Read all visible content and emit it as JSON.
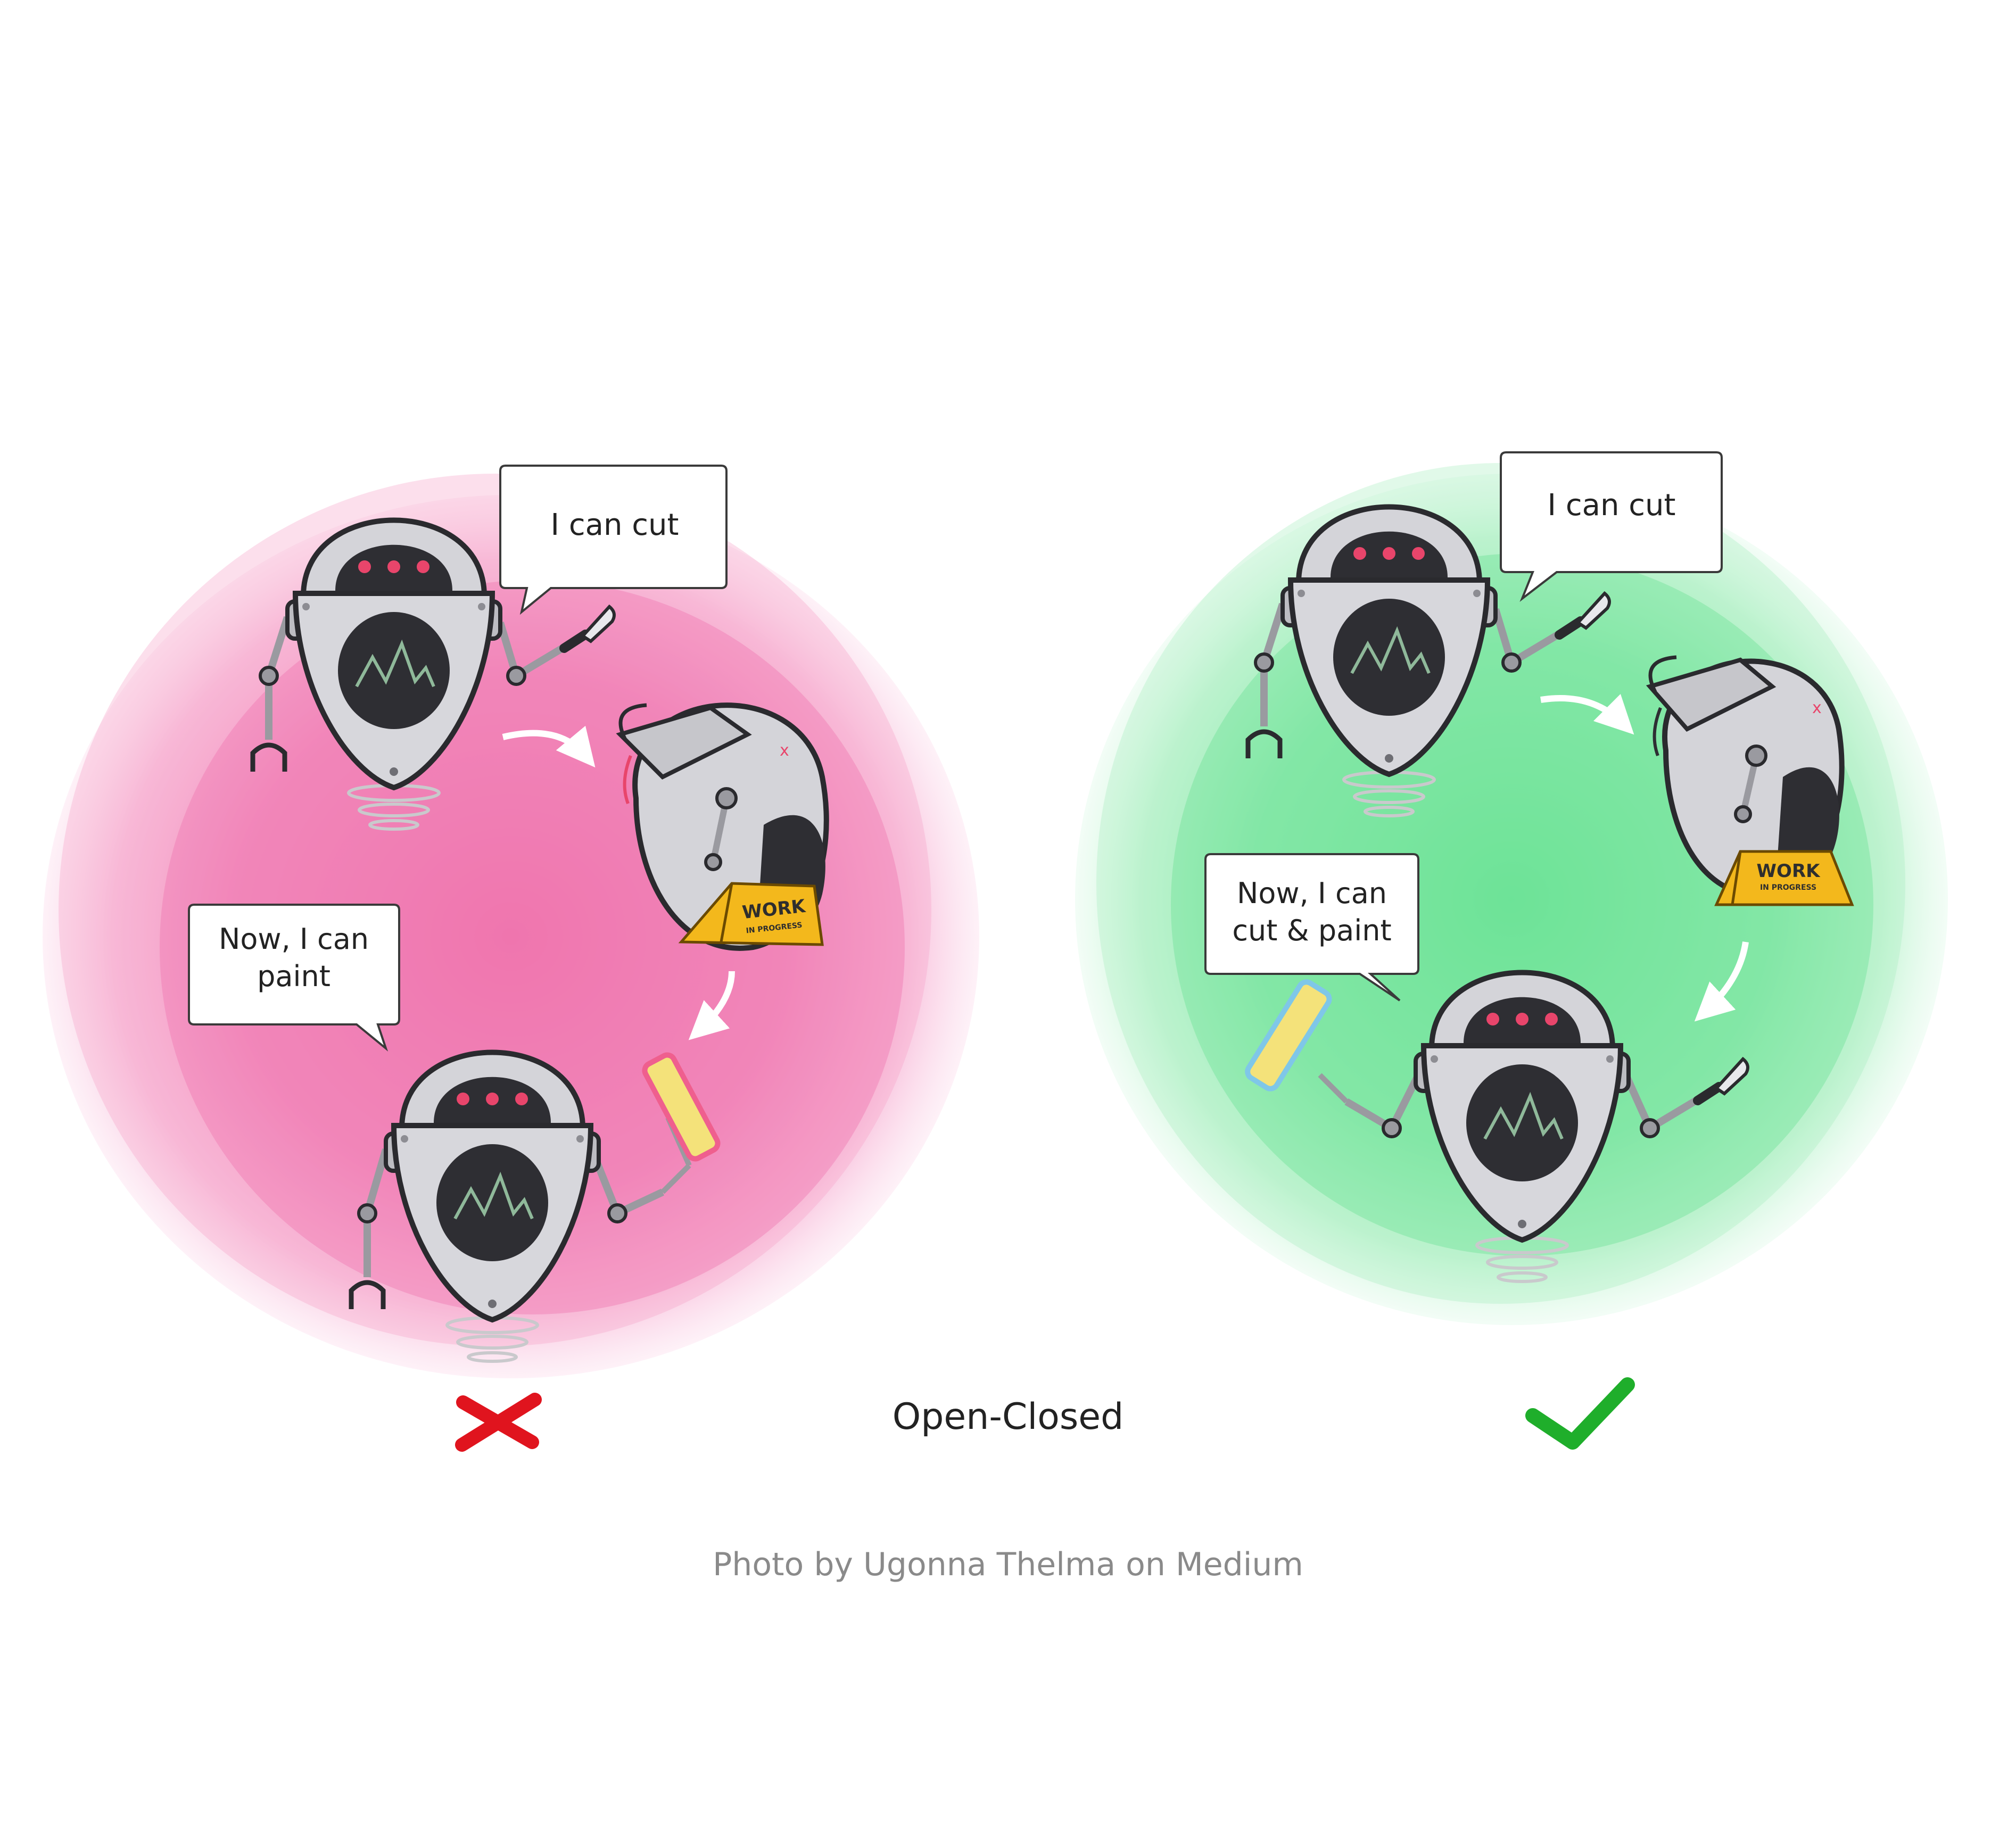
{
  "figure": {
    "title": "Open-Closed",
    "caption": "Photo by Ugonna Thelma on Medium",
    "colors": {
      "bad_blob": "#f06aa8",
      "good_blob": "#62e38e",
      "cross": "#e0141e",
      "check": "#1fae2b",
      "caption": "#8a8a8a",
      "robot_body": "#cfcfd4",
      "robot_dark": "#2e2e33",
      "robot_eye": "#e8456b",
      "sign": "#f3b81c"
    }
  },
  "left_panel": {
    "verdict_icon": "cross-icon",
    "speech_top": "I can cut",
    "speech_bottom": [
      "Now, I can",
      "paint"
    ],
    "sign": {
      "line1": "WORK",
      "line2": "IN PROGRESS"
    }
  },
  "right_panel": {
    "verdict_icon": "check-icon",
    "speech_top": "I can cut",
    "speech_bottom": [
      "Now, I can",
      "cut & paint"
    ],
    "sign": {
      "line1": "WORK",
      "line2": "IN PROGRESS"
    }
  }
}
